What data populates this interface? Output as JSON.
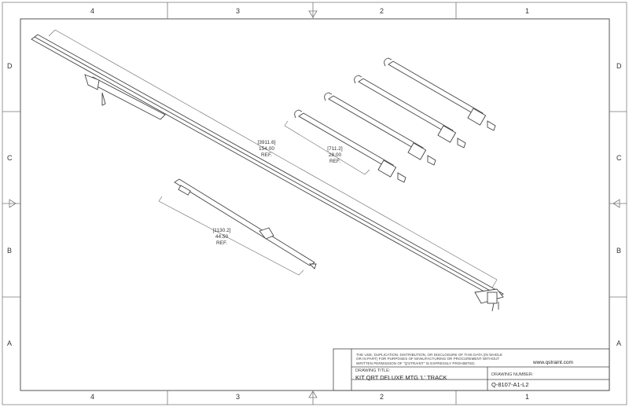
{
  "border": {
    "columns": [
      "4",
      "3",
      "2",
      "1"
    ],
    "rows": [
      "D",
      "C",
      "B",
      "A"
    ]
  },
  "dimensions": [
    {
      "mm": "[3911.6]",
      "inch": "154.00",
      "note": "REF."
    },
    {
      "mm": "[711.2]",
      "inch": "28.00",
      "note": "REF."
    },
    {
      "mm": "[1130.2]",
      "inch": "44.50",
      "note": "REF."
    }
  ],
  "title_block": {
    "notice": "THE USE, DUPLICATION, DISTRIBUTION, OR DISCLOSURE OF THIS DATA (IN WHOLE OR IN PART) FOR PURPOSES OF MANUFACTURING OR PROCUREMENT WITHOUT WRITTEN PERMISSION OF \"Q'STRAINT\" IS EXPRESSLY PROHIBITED.",
    "website": "www.qstraint.com",
    "drawing_title_label": "DRAWING TITLE:",
    "drawing_title": "KIT QRT DELUXE MTG 'L' TRACK",
    "drawing_number_label": "DRAWING NUMBER:",
    "drawing_number": "Q-8107-A1-L2"
  }
}
